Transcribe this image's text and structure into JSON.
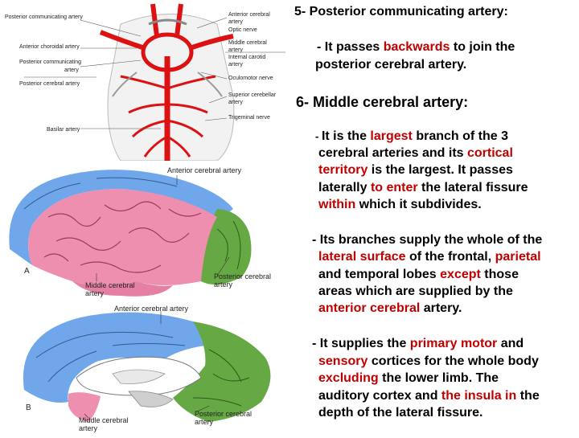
{
  "figure_top": {
    "labels": {
      "posterior_communicating_left": "Posterior communicating artery",
      "anterior_choroidal": "Anterior choroidal artery",
      "posterior_communicating_left2_a": "Posterior communicating",
      "posterior_communicating_left2_b": "artery",
      "posterior_cerebral_left": "Posterior cerebral artery",
      "basilar": "Basilar artery",
      "anterior_cerebral_right_a": "Anterior cerebral",
      "anterior_cerebral_right_b": "artery",
      "optic_nerve": "Optic nerve",
      "middle_cerebral_a": "Middle cerebral",
      "middle_cerebral_b": "artery",
      "internal_carotid_a": "Internal carotid",
      "internal_carotid_b": "artery",
      "oculomotor": "Oculomotor nerve",
      "superior_cerebellar_a": "Superior cerebellar",
      "superior_cerebellar_b": "artery",
      "trigeminal": "Trigeminal nerve"
    }
  },
  "figure_a": {
    "labels": {
      "anterior_cerebral": "Anterior cerebral artery",
      "letter": "A",
      "middle_cerebral_a": "Middle cerebral",
      "middle_cerebral_b": "artery",
      "posterior_cerebral_a": "Posterior cerebral",
      "posterior_cerebral_b": "artery"
    },
    "colors": {
      "middle": "#ee8fb0",
      "anterior": "#6fa7ea",
      "posterior": "#66a843"
    }
  },
  "figure_b": {
    "labels": {
      "anterior_cerebral": "Anterior cerebral artery",
      "letter": "B",
      "middle_cerebral_a": "Middle cerebral",
      "middle_cerebral_b": "artery",
      "posterior_cerebral_a": "Posterior cerebral",
      "posterior_cerebral_b": "artery"
    }
  },
  "section5": {
    "heading": "5- Posterior communicating artery:",
    "line1_a": "- It passes ",
    "line1_red": "backwards",
    "line1_b": " to join the",
    "line2": "posterior cerebral artery."
  },
  "section6": {
    "heading": "6-  Middle cerebral artery:",
    "p1": {
      "l1_dash": "- ",
      "l1_a": "It is the ",
      "l1_red": "largest",
      "l1_b": " branch of the 3",
      "l2_a": "cerebral arteries and its ",
      "l2_red": "cortical",
      "l3_red": "territory",
      "l3_b": " is the largest. It passes",
      "l4_a": "laterally ",
      "l4_red": "to enter",
      "l4_b": " the lateral fissure",
      "l5_red": "within",
      "l5_b": " which it subdivides."
    },
    "p2": {
      "l1": "- Its branches supply the whole of the",
      "l2_red": "lateral surface",
      "l2_b": " of the frontal, ",
      "l2_red2": "parietal",
      "l3_a": "and temporal lobes ",
      "l3_red": "except",
      "l3_b": " those",
      "l4": "areas which are supplied by the",
      "l5_red": "anterior cerebral",
      "l5_b": " artery."
    },
    "p3": {
      "l1_a": "- It supplies the ",
      "l1_red": "primary motor",
      "l1_b": " and",
      "l2_red": "sensory",
      "l2_b": " cortices for the whole body",
      "l3_red": "excluding",
      "l3_b": " the lower limb. The",
      "l4_a": "auditory cortex and ",
      "l4_red": "the insula in",
      "l4_b": " the",
      "l5": "depth of the lateral fissure."
    }
  }
}
